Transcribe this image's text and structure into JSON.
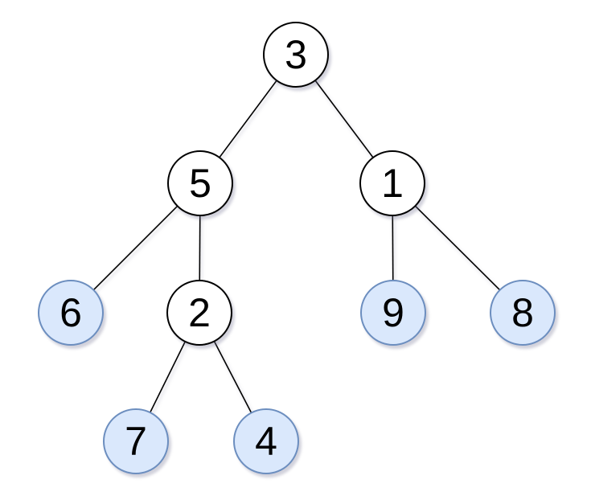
{
  "diagram": {
    "kind": "tree",
    "background_color": "#ffffff",
    "colors": {
      "internal_fill": "#ffffff",
      "internal_stroke": "#000000",
      "leaf_fill": "#dae8fc",
      "leaf_stroke": "#6c8ebf",
      "edge_stroke": "#000000",
      "label_color": "#000000"
    },
    "nodes": [
      {
        "id": "3",
        "label": "3",
        "style": "internal",
        "role": "root"
      },
      {
        "id": "5",
        "label": "5",
        "style": "internal",
        "role": "child-of-3"
      },
      {
        "id": "1",
        "label": "1",
        "style": "internal",
        "role": "child-of-3"
      },
      {
        "id": "6",
        "label": "6",
        "style": "leaf",
        "role": "child-of-5"
      },
      {
        "id": "2",
        "label": "2",
        "style": "internal",
        "role": "child-of-5"
      },
      {
        "id": "9",
        "label": "9",
        "style": "leaf",
        "role": "child-of-1"
      },
      {
        "id": "8",
        "label": "8",
        "style": "leaf",
        "role": "child-of-1"
      },
      {
        "id": "7",
        "label": "7",
        "style": "leaf",
        "role": "child-of-2"
      },
      {
        "id": "4",
        "label": "4",
        "style": "leaf",
        "role": "child-of-2"
      }
    ],
    "edges": [
      {
        "from": "3",
        "to": "5"
      },
      {
        "from": "3",
        "to": "1"
      },
      {
        "from": "5",
        "to": "6"
      },
      {
        "from": "5",
        "to": "2"
      },
      {
        "from": "2",
        "to": "7"
      },
      {
        "from": "2",
        "to": "4"
      },
      {
        "from": "1",
        "to": "9"
      },
      {
        "from": "1",
        "to": "8"
      }
    ]
  }
}
